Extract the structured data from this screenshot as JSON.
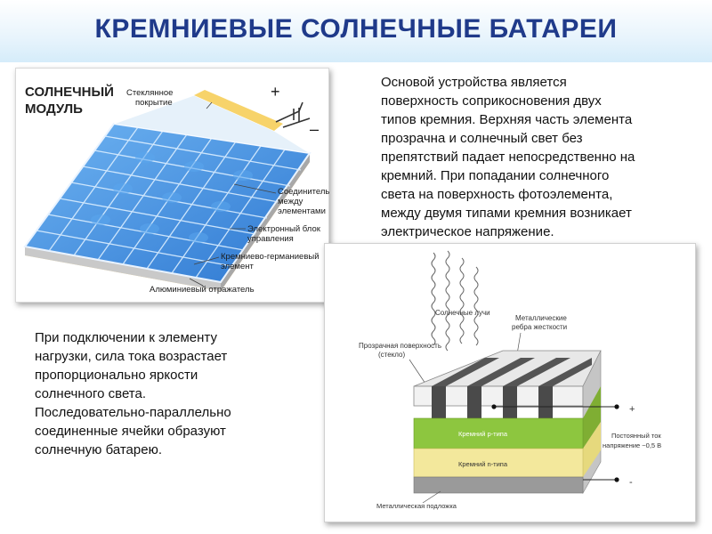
{
  "slide": {
    "title": "КРЕМНИЕВЫЕ СОЛНЕЧНЫЕ БАТАРЕИ"
  },
  "module_figure": {
    "heading_line1": "СОЛНЕЧНЫЙ",
    "heading_line2": "МОДУЛЬ",
    "label_glass_1": "Стеклянное",
    "label_glass_2": "покрытие",
    "label_plus": "+",
    "label_minus": "–",
    "label_connector_1": "Соединитель",
    "label_connector_2": "между",
    "label_connector_3": "элементами",
    "label_control_1": "Электронный блок",
    "label_control_2": "управления",
    "label_sige_1": "Кремниево-германиевый",
    "label_sige_2": "элемент",
    "label_reflector": "Алюминиевый отражатель"
  },
  "text_right": {
    "lines": [
      "Основой устройства является",
      "поверхность соприкосновения двух",
      "типов кремния. Верхняя часть элемента",
      "прозрачна и солнечный свет без",
      "препятствий падает непосредственно на",
      "кремний. При попадании солнечного",
      "света на поверхность фотоэлемента,",
      "между двумя типами кремния возникает",
      "электрическое напряжение."
    ]
  },
  "text_left": {
    "lines": [
      "При подключении к элементу",
      "нагрузки, сила тока возрастает",
      "пропорционально яркости",
      "солнечного света.",
      "Последовательно-параллельно",
      "соединенные ячейки  образуют",
      "солнечную батарею."
    ]
  },
  "cell_figure": {
    "label_sunrays": "Солнечные лучи",
    "label_ribs_1": "Металлические",
    "label_ribs_2": "ребра жесткости",
    "label_surface_1": "Прозрачная поверхность",
    "label_surface_2": "(стекло)",
    "label_p_type": "Кремний р-типа",
    "label_n_type": "Кремний n-типа",
    "label_plus": "+",
    "label_minus": "-",
    "label_current_1": "Постоянный ток",
    "label_current_2": "напряжение ~0,5 В",
    "label_substrate": "Металлическая подложка"
  },
  "colors": {
    "title": "#1f3a8a",
    "panel_blue": "#3d8fe0",
    "p_layer": "#8dc63f",
    "n_layer": "#f3e89c",
    "reflector_yellow": "#f7c948"
  }
}
